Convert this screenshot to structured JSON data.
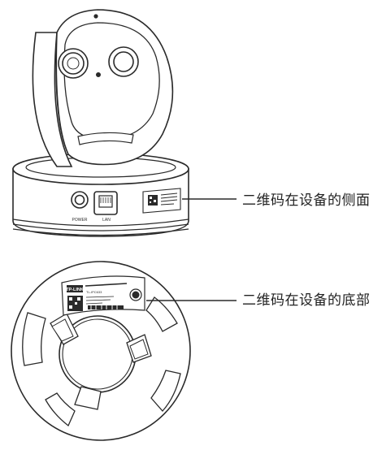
{
  "callouts": {
    "side": "二维码在设备的侧面",
    "bottom": "二维码在设备的底部"
  },
  "camera": {
    "port_labels": {
      "power": "POWER",
      "lan": "LAN"
    }
  },
  "base_label": {
    "brand": "TP-LINK",
    "model": "TL-IPC633",
    "badge_icon": "certification-badge-icon"
  },
  "colors": {
    "line": "#2a2a2a",
    "fill": "#ffffff",
    "text": "#222222"
  }
}
